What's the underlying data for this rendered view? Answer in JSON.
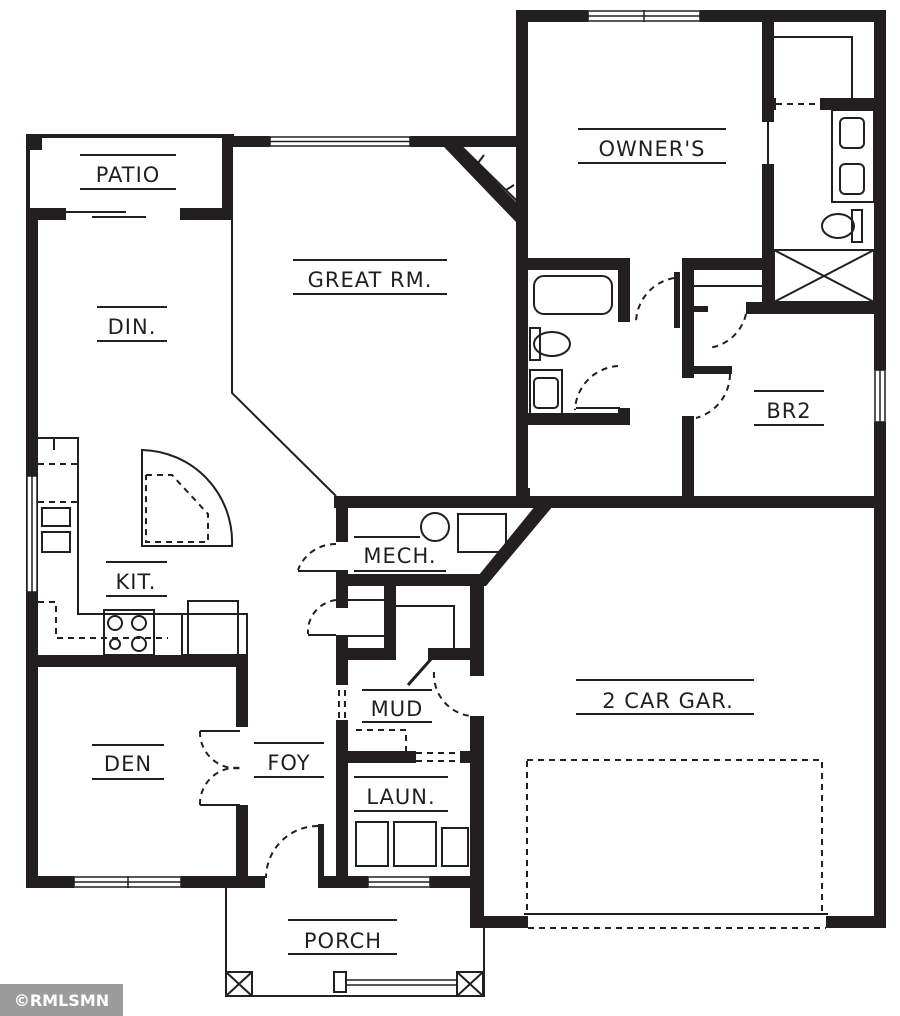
{
  "floor_plan": {
    "rooms": [
      {
        "id": "patio",
        "label": "PATIO"
      },
      {
        "id": "great_room",
        "label": "GREAT RM."
      },
      {
        "id": "owners",
        "label": "OWNER'S"
      },
      {
        "id": "dining",
        "label": "DIN."
      },
      {
        "id": "br2",
        "label": "BR2"
      },
      {
        "id": "kitchen",
        "label": "KIT."
      },
      {
        "id": "mech",
        "label": "MECH."
      },
      {
        "id": "mud",
        "label": "MUD"
      },
      {
        "id": "garage",
        "label": "2 CAR GAR."
      },
      {
        "id": "den",
        "label": "DEN"
      },
      {
        "id": "foyer",
        "label": "FOY"
      },
      {
        "id": "laundry",
        "label": "LAUN."
      },
      {
        "id": "porch",
        "label": "PORCH"
      }
    ],
    "colors": {
      "wall": "#231f20",
      "background": "#ffffff",
      "watermark_bg": "#9b9b9b",
      "watermark_text": "#ffffff"
    }
  },
  "watermark": {
    "text": "©RMLSMN"
  }
}
